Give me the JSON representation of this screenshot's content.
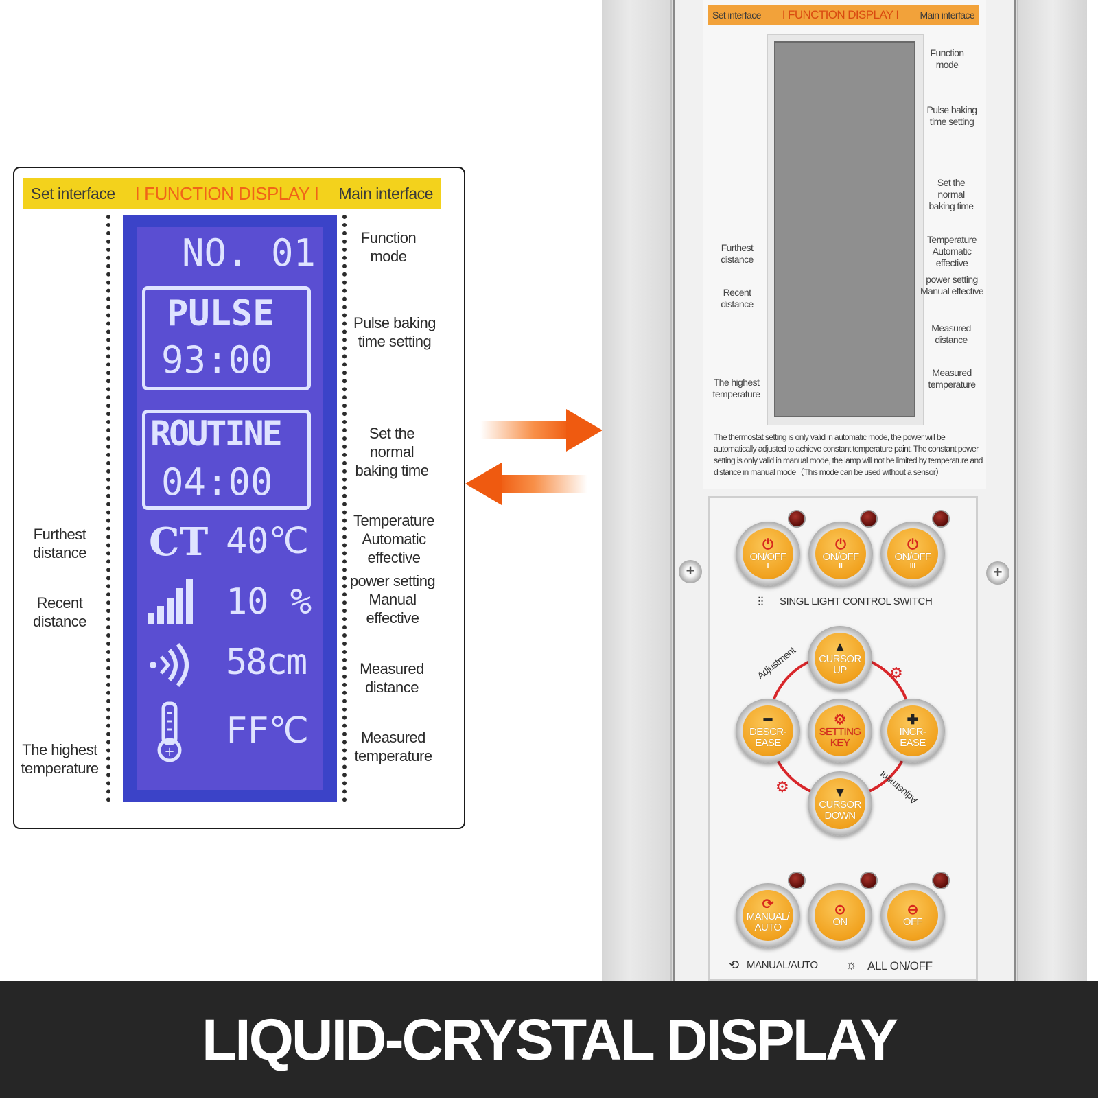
{
  "zoom": {
    "header": {
      "left": "Set interface",
      "center": "I FUNCTION DISPLAY I",
      "right": "Main interface"
    },
    "lcd": {
      "mode": "NO. 01",
      "pulse_label": "PULSE",
      "pulse_time": "93:00",
      "routine_label": "ROUTINE",
      "routine_time": "04:00",
      "ct_label": "CT",
      "ct_value": "40℃",
      "power_value": "10 %",
      "distance_value": "58cm",
      "temp_value": "FF℃"
    },
    "right_labels": {
      "function_mode": "Function mode",
      "pulse_baking": "Pulse baking time setting",
      "normal_baking": "Set the normal baking time",
      "temp_auto": "Temperature Automatic effective",
      "power_manual": "power setting Manual effective",
      "measured_distance": "Measured distance",
      "measured_temperature": "Measured temperature"
    },
    "left_labels": {
      "furthest": "Furthest distance",
      "recent": "Recent distance",
      "highest": "The highest temperature"
    }
  },
  "device": {
    "header": {
      "left": "Set interface",
      "center": "I FUNCTION DISPLAY I",
      "right": "Main interface"
    },
    "right_labels": {
      "function_mode": "Function mode",
      "pulse_baking": "Pulse baking time setting",
      "normal_baking": "Set the normal baking time",
      "temp_auto": "Temperature Automatic effective",
      "power_manual": "power setting Manual effective",
      "measured_distance": "Measured distance",
      "measured_temperature": "Measured temperature"
    },
    "left_labels": {
      "furthest": "Furthest distance",
      "recent": "Recent distance",
      "highest": "The highest temperature"
    },
    "note": "The thermostat setting is only valid in automatic mode, the power will be automatically adjusted to achieve constant temperature paint. The constant power setting is only valid in manual mode, the lamp will not be limited by temperature and distance in manual mode（This mode can be used without a sensor）",
    "buttons": {
      "onoff_1": {
        "label": "ON/OFF",
        "sub": "I"
      },
      "onoff_2": {
        "label": "ON/OFF",
        "sub": "II"
      },
      "onoff_3": {
        "label": "ON/OFF",
        "sub": "III"
      },
      "cursor_up": "CURSOR UP",
      "decrease": "DESCR- EASE",
      "setting_key": "SETTING KEY",
      "increase": "INCR- EASE",
      "cursor_down": "CURSOR DOWN",
      "manual_auto": "MANUAL/ AUTO",
      "on": "ON",
      "off": "OFF"
    },
    "single_light_label": "SINGL LIGHT CONTROL SWITCH",
    "adjustment_label": "Adjustment",
    "manual_auto_label": "MANUAL/AUTO",
    "all_onoff_label": "ALL ON/OFF"
  },
  "banner": {
    "title": "LIQUID-CRYSTAL DISPLAY"
  },
  "colors": {
    "accent_orange": "#f06418",
    "header_yellow": "#f3d21c",
    "lcd_blue": "#3b43c8",
    "button_orange": "#f1a21f",
    "banner_bg": "#262626"
  },
  "icons": [
    "power-icon",
    "signal-bars-icon",
    "sensor-wave-icon",
    "thermometer-icon",
    "gear-icon",
    "minus-icon",
    "plus-icon",
    "triangle-up-icon",
    "triangle-down-icon",
    "cycle-icon",
    "sliders-icon",
    "arrow-right-icon",
    "arrow-left-icon"
  ]
}
